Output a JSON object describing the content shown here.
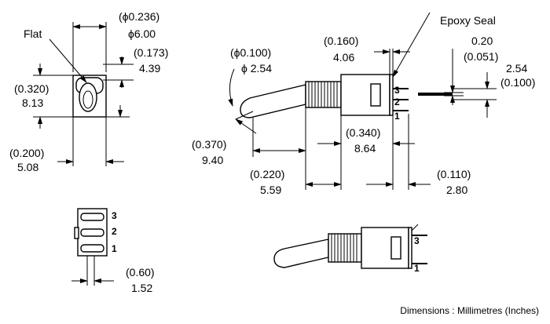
{
  "front_view": {
    "flat_label": "Flat",
    "width_in": "(ϕ0.236)",
    "width_mm": "ϕ6.00",
    "bushing_in": "(0.173)",
    "bushing_mm": "4.39",
    "height_in": "(0.320)",
    "height_mm": "8.13",
    "body_in": "(0.200)",
    "body_mm": "5.08"
  },
  "bottom_view": {
    "pins": [
      "3",
      "2",
      "1"
    ],
    "pitch_in": "(0.60)",
    "pitch_mm": "1.52"
  },
  "side_view": {
    "epoxy_label": "Epoxy Seal",
    "lever_dia_in": "(ϕ0.100)",
    "lever_dia_mm": "ϕ 2.54",
    "seal_in": "(0.160)",
    "seal_mm": "4.06",
    "term_thk_mm": "0.20",
    "term_thk_in": "(0.051)",
    "term_pitch_mm": "2.54",
    "term_pitch_in": "(0.100)",
    "lever_len_in": "(0.370)",
    "lever_len_mm": "9.40",
    "body_len_in": "(0.340)",
    "body_len_mm": "8.64",
    "bushing_len_in": "(0.220)",
    "bushing_len_mm": "5.59",
    "term_len_in": "(0.110)",
    "term_len_mm": "2.80",
    "pins": [
      "3",
      "2",
      "1"
    ]
  },
  "iso_view": {
    "pins": [
      "3",
      "1"
    ]
  },
  "footer": "Dimensions : Millimetres (Inches)"
}
